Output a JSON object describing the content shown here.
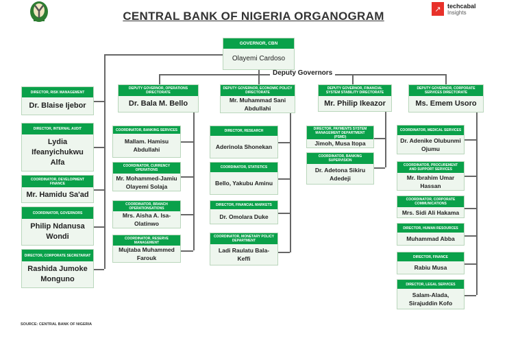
{
  "title": "CENTRAL BANK OF NIGERIA ORGANOGRAM",
  "brand": {
    "name": "techcabal",
    "sub": "Insights",
    "color": "#e8312a"
  },
  "logo_text": "Central Bank of Nigeria seal",
  "deputy_label": "Deputy Governors",
  "source": "SOURCE: CENTRAL BANK OF NIGERIA",
  "colors": {
    "header": "#0aa14a",
    "box": "#eef6ee",
    "line": "#666666"
  },
  "boxes": {
    "governor": {
      "role": "GOVERNOR, CBN",
      "name": "Olayemi Cardoso"
    },
    "risk": {
      "role": "Director, Risk Management",
      "name": "Dr. Blaise Ijebor"
    },
    "audit": {
      "role": "Director, Internal Audit",
      "name": "Lydia Ifeanyichukwu Alfa"
    },
    "devfin": {
      "role": "Coordinator, Development Finance",
      "name": "Mr. Hamidu Sa'ad"
    },
    "govs": {
      "role": "Coordinator, Governors",
      "name": "Philip Ndanusa Wondi"
    },
    "corpsec": {
      "role": "Director, Corporate Secretariat",
      "name": "Rashida Jumoke Monguno"
    },
    "dg_ops": {
      "role": "Deputy Governor, Operations Directorate",
      "name": "Dr. Bala M. Bello"
    },
    "banking": {
      "role": "Coordinator, Banking Services",
      "name": "Mallam. Hamisu Abdullahi"
    },
    "currency": {
      "role": "Coordinator, Currency Operations",
      "name": "Mr. Mohammed-Jamiu Olayemi Solaja"
    },
    "branch": {
      "role": "Coordinator, Branch Operationsations",
      "name": "Mrs. Aisha A. Isa-Olatinwo"
    },
    "reserve": {
      "role": "Coordinator, Reserve Management",
      "name": "Mujtaba Muhammed Farouk"
    },
    "dg_econ": {
      "role": "Deputy Governor, Economic Policy Directorate",
      "name": "Mr. Muhammad Sani Abdullahi"
    },
    "research": {
      "role": "Director, Research",
      "name": "Aderinola Shonekan"
    },
    "stats": {
      "role": "Coordinator, Statistics",
      "name": "Bello, Yakubu Aminu"
    },
    "finmkt": {
      "role": "Director, Financial Markets",
      "name": "Dr. Omolara Duke"
    },
    "monetary": {
      "role": "Coordinator, Monetary Policy Department",
      "name": "Ladi Raulatu Bala-Keffi"
    },
    "dg_fss": {
      "role": "Deputy Governor, Financial System Stability Directorate",
      "name": "Mr. Philip Ikeazor"
    },
    "psmd": {
      "role": "Director, Payments System Management Department (PSMD)",
      "name": "Jimoh, Musa Itopa"
    },
    "banksup": {
      "role": "Coordinator, Banking Supervision",
      "name": "Dr. Adetona Sikiru Adedeji"
    },
    "dg_corp": {
      "role": "Deputy Governor, Corporate Services Directorate",
      "name": "Ms. Emem Usoro"
    },
    "medical": {
      "role": "Coordinator, Medical Services",
      "name": "Dr. Adenike Olubunmi Ojumu"
    },
    "procure": {
      "role": "Coordinator, Procurement and Support Services",
      "name": "Mr. Ibrahim Umar Hassan"
    },
    "corpcomm": {
      "role": "Coordinator, Corporate Communications",
      "name": "Mrs. Sidi Ali Hakama"
    },
    "hr": {
      "role": "Director, Human Resources",
      "name": "Muhammad Abba"
    },
    "finance": {
      "role": "Director, Finance",
      "name": "Rabiu Musa"
    },
    "legal": {
      "role": "Director, Legal Services",
      "name": "Salam-Alada, Sirajuddin Kofo"
    }
  }
}
